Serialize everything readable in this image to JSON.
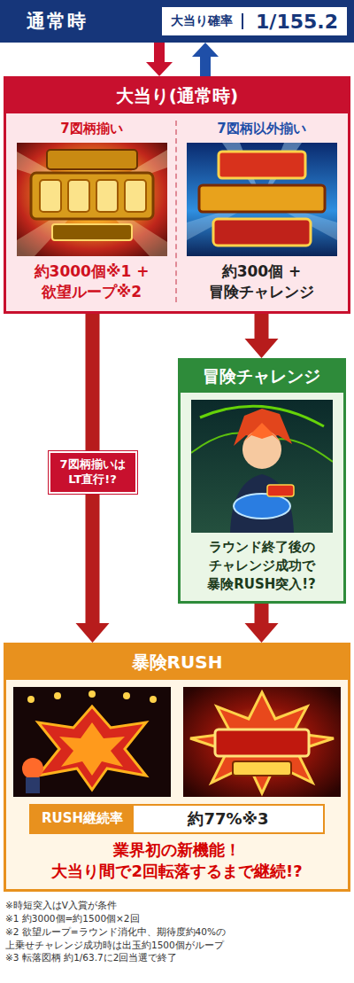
{
  "diagram": {
    "nodes": [
      {
        "text": [
          "通常時"
        ]
      },
      {
        "text": [
          "大当り確率",
          "1/155.2"
        ],
        "in": 0
      },
      {
        "text": [
          "大当り(通常時)"
        ]
      },
      {
        "text": [
          "7図柄揃い",
          "約3000個※1 + 欲望ループ※2"
        ],
        "in": 2
      },
      {
        "text": [
          "7図柄以外揃い",
          "約300個 + 冒険チャレンジ"
        ],
        "in": 2
      },
      {
        "text": [
          "冒険チャレンジ",
          "ラウンド終了後の チャレンジ成功で 暴険RUSH突入!?"
        ]
      },
      {
        "text": [
          "暴険RUSH",
          "業界初の新機能！ 大当り間で2回転落するまで継続!?"
        ]
      },
      {
        "text": [
          "RUSH継続率",
          "約77%※3"
        ],
        "in": 6
      }
    ],
    "edges": [
      {
        "from": 0,
        "to": 2,
        "arrow": "to"
      },
      {
        "from": 2,
        "to": 0,
        "arrow": "to"
      },
      {
        "from": 3,
        "to": 6,
        "arrow": "to",
        "label": "7図柄揃いは LT直行!?"
      },
      {
        "from": 4,
        "to": 5,
        "arrow": "to"
      },
      {
        "from": 5,
        "to": 6,
        "arrow": "to"
      }
    ],
    "labels": [
      "※時短突入はV入賞が条件",
      "※1 約3000個=約1500個×2回",
      "※2 欲望ループ=ラウンド消化中、期待度約40%の 上乗せチャレンジ成功時は出玉約1500個がループ",
      "※3 転落図柄 約1/63.7に2回当選で終了"
    ]
  }
}
